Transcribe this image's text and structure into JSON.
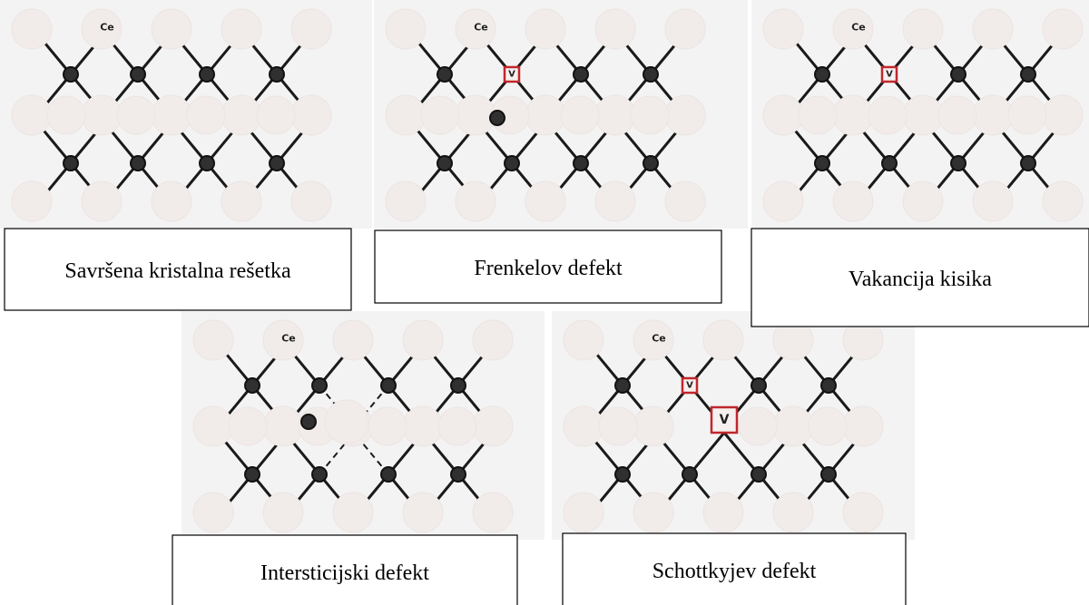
{
  "labels": {
    "cerium": "Ce",
    "vacancy": "V"
  },
  "colors": {
    "oxygen_fill": "#f1ecea",
    "cation_fill": "#303030",
    "bond": "#1a1a1a",
    "vacancy_frame": "#c0272d",
    "background": "#f3f3f3"
  },
  "panels": [
    {
      "caption": "Savršena kristalna rešetka",
      "defect": "none"
    },
    {
      "caption": "Frenkelov defekt",
      "defect": "frenkel"
    },
    {
      "caption": "Vakancija kisika",
      "defect": "oxygen-vacancy"
    },
    {
      "caption": "Intersticijski defekt",
      "defect": "interstitial"
    },
    {
      "caption": "Schottkyjev defekt",
      "defect": "schottky"
    }
  ]
}
